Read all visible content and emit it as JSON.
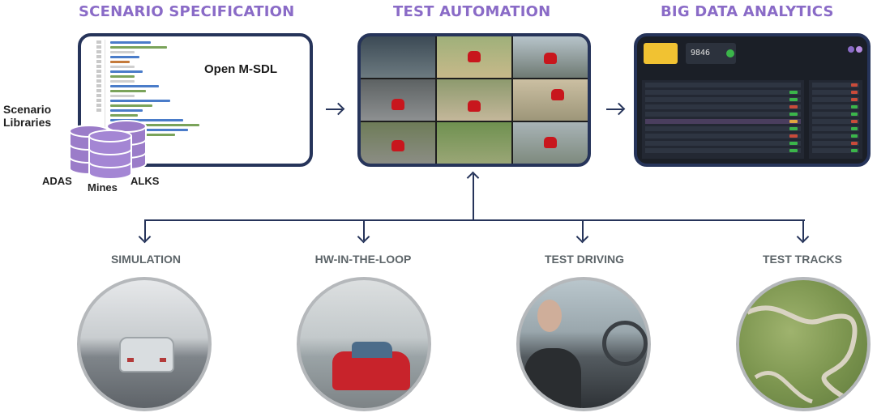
{
  "titles": {
    "scenario_specification": "SCENARIO SPECIFICATION",
    "test_automation": "TEST AUTOMATION",
    "big_data_analytics": "BIG DATA ANALYTICS"
  },
  "spec_panel": {
    "language": "Open M-SDL"
  },
  "libraries": {
    "label_line1": "Scenario",
    "label_line2": "Libraries",
    "items": [
      "ADAS",
      "Mines",
      "ALKS"
    ]
  },
  "dashboard": {
    "kpi_value": "9846"
  },
  "environments": [
    {
      "label": "SIMULATION"
    },
    {
      "label": "HW-IN-THE-LOOP"
    },
    {
      "label": "TEST DRIVING"
    },
    {
      "label": "TEST TRACKS"
    }
  ],
  "colors": {
    "title_purple": "#8a6bc7",
    "frame_navy": "#26345a",
    "database_purple": "#9b7cc9",
    "bottom_label_gray": "#5d6569"
  }
}
